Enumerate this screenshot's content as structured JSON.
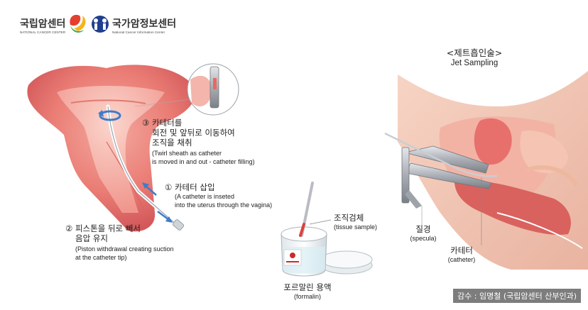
{
  "logos": {
    "ncc_name": "국립암센터",
    "ncc_sub": "NATIONAL CANCER CENTER",
    "nci_name": "국가암정보센터",
    "nci_sub": "National Cancer Information Center"
  },
  "steps": [
    {
      "number": "③",
      "ko": [
        "카테터를",
        "회전 및 앞뒤로 이동하여",
        "조직을 채취"
      ],
      "en": [
        "(Twirl sheath as catheter",
        "is moved in and out - catheter filling)"
      ]
    },
    {
      "number": "①",
      "ko": [
        "카테터 삽입"
      ],
      "en": [
        "(A catheter is inseted",
        "into the uterus through the vagina)"
      ]
    },
    {
      "number": "②",
      "ko": [
        "피스톤을 뒤로 빼서",
        "음압 유지"
      ],
      "en": [
        "(Piston withdrawal creating suction",
        "at the catheter tip)"
      ]
    }
  ],
  "sample": {
    "tissue_ko": "조직검체",
    "tissue_en": "(tissue sample)",
    "formalin_ko": "포르말린 용액",
    "formalin_en": "(formalin)"
  },
  "jet": {
    "title_ko": "<제트흡인술>",
    "title_en": "Jet Sampling",
    "specula_ko": "질경",
    "specula_en": "(specula)",
    "catheter_ko": "카테터",
    "catheter_en": "(catheter)"
  },
  "credit": "감수 : 임명철 (국립암센터 산부인과)",
  "colors": {
    "tissue": "#e8706c",
    "tissue_light": "#f6b3a9",
    "tissue_dark": "#c94a4a",
    "skin": "#f3c9b7",
    "metal": "#b9bcc2",
    "arrow_blue": "#3d7cc9"
  }
}
